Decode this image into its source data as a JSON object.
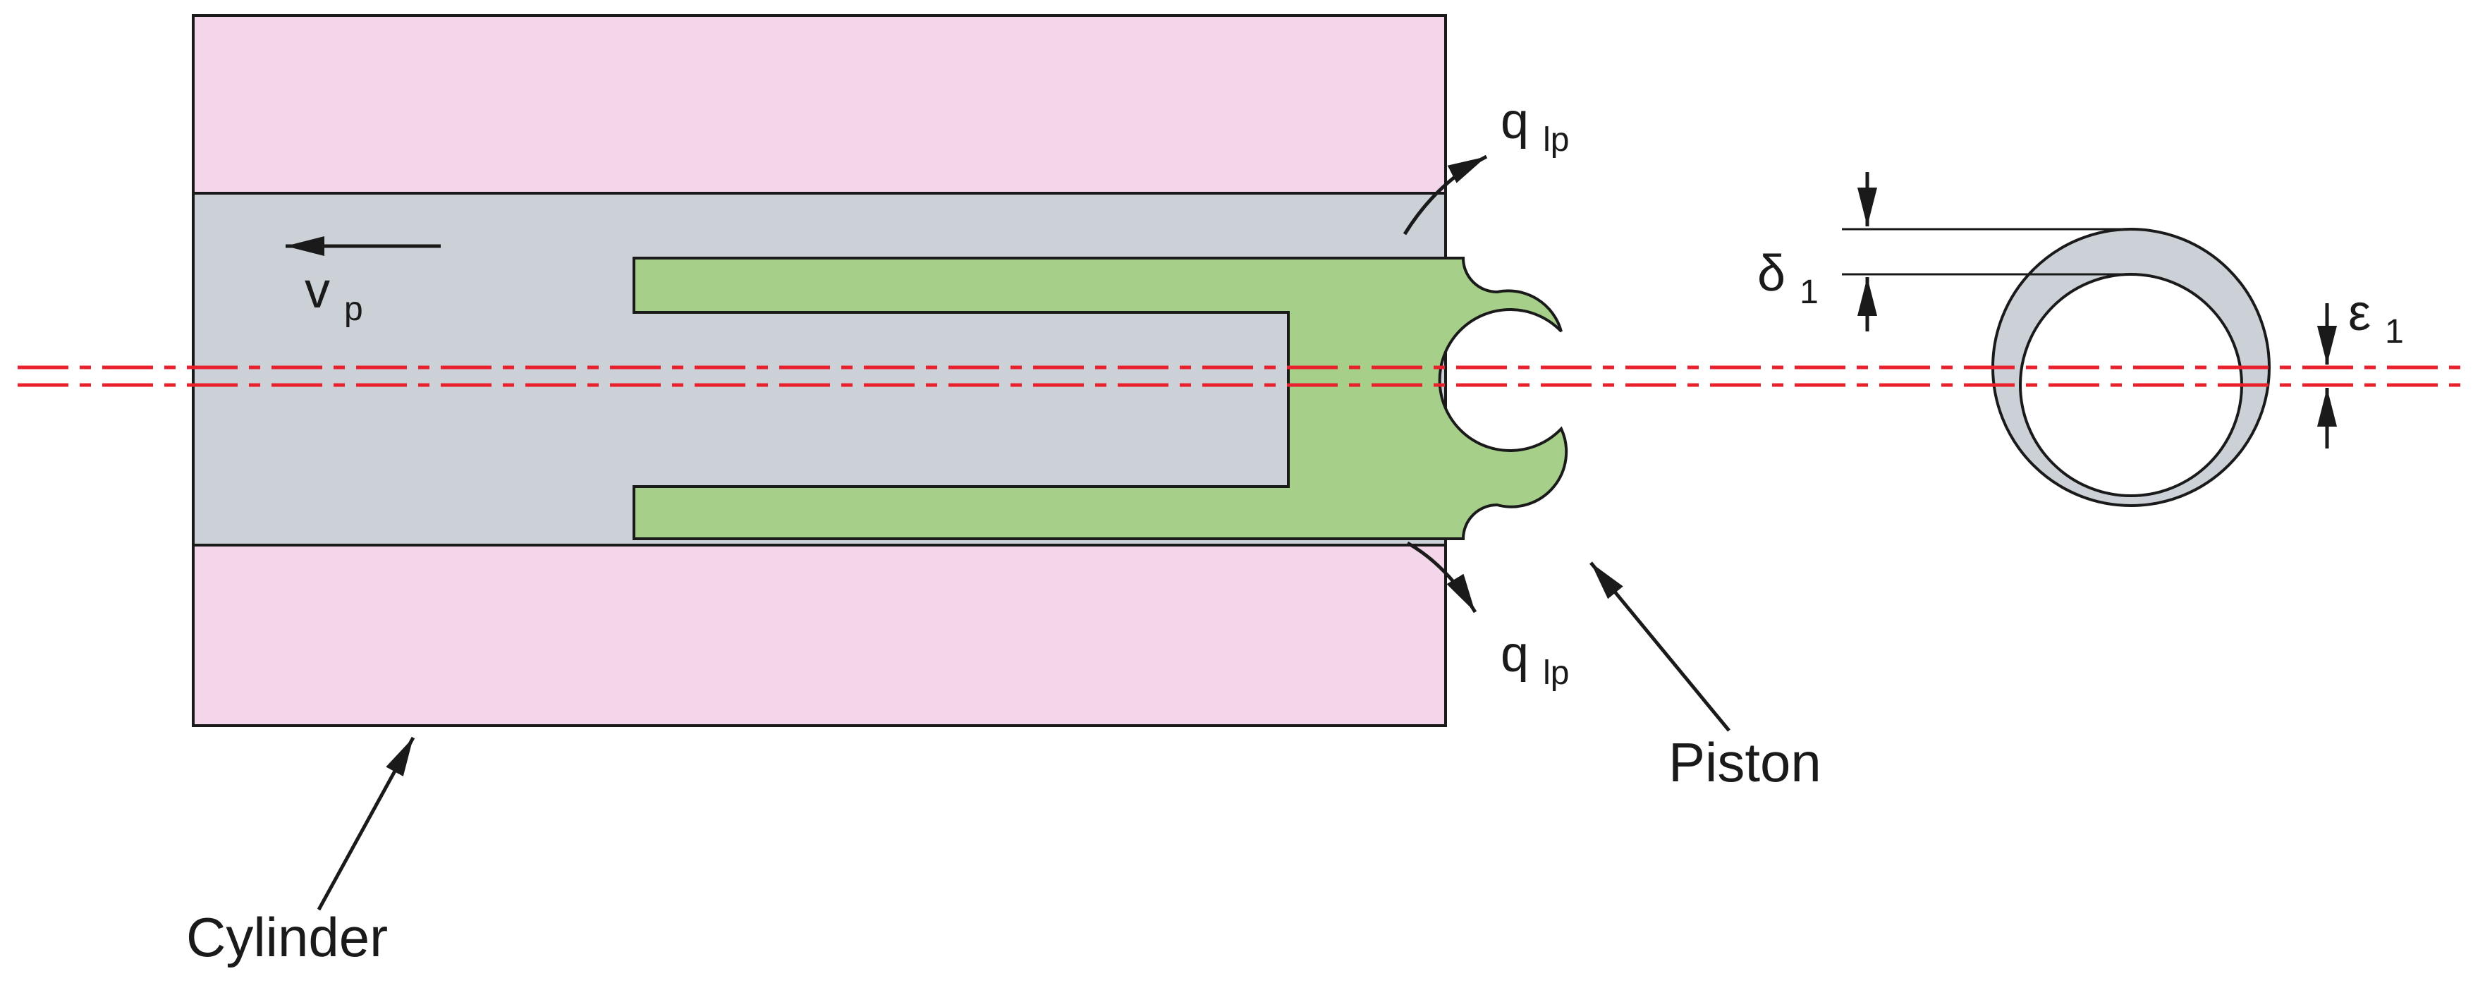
{
  "figure": {
    "description": "Cross-section schematic of a piston moving in a cylinder with leakage flow and eccentric clearance section view"
  },
  "colors": {
    "cylinder_wall": "#f3d6e9",
    "bore": "#ccd1d7",
    "piston": "#a6cf8a",
    "centerline": "#e8212d",
    "outline": "#1a1a1a",
    "background": "#ffffff"
  },
  "labels": {
    "vp": {
      "base": "v",
      "sub": "p"
    },
    "qlp_top": {
      "base": "q",
      "sub": "lp"
    },
    "qlp_bottom": {
      "base": "q",
      "sub": "lp"
    },
    "delta1": {
      "base": "δ",
      "sub": "1"
    },
    "epsilon1": {
      "base": "ε",
      "sub": "1"
    },
    "piston": "Piston",
    "cylinder": "Cylinder"
  }
}
